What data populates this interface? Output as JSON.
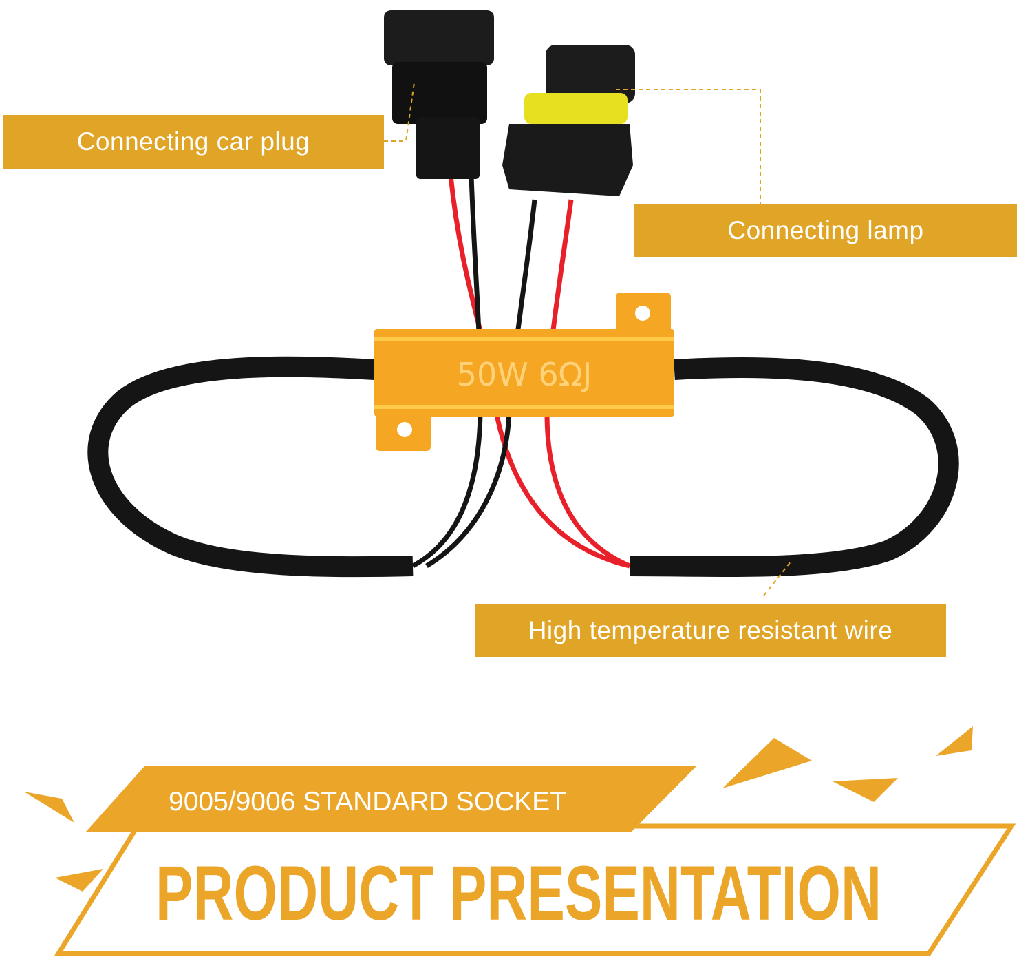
{
  "callouts": {
    "car_plug": "Connecting car plug",
    "lamp": "Connecting lamp",
    "wire": "High temperature resistant wire"
  },
  "resistor": {
    "marking": "50W 6ΩJ"
  },
  "banner": {
    "subtitle": "9005/9006 STANDARD SOCKET",
    "title": "PRODUCT PRESENTATION"
  },
  "colors": {
    "accent": "#E0A526",
    "resistor": "#F5A623",
    "wire_red": "#E8202A",
    "wire_black": "#151515"
  }
}
